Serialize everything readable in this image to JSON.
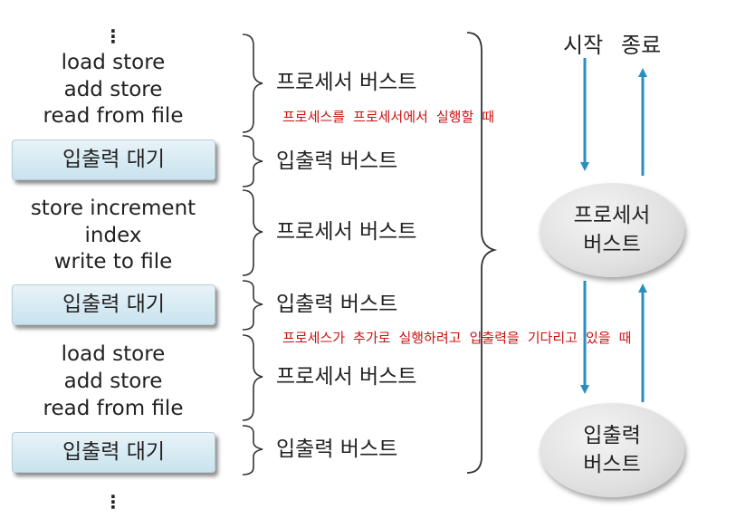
{
  "left_column": {
    "dots_top": "⋮",
    "block1": [
      "load store",
      "add store",
      "read from file"
    ],
    "wait_label": "입출력 대기",
    "block2": [
      "store increment",
      "index",
      "write to file"
    ],
    "block3": [
      "load store",
      "add store",
      "read from file"
    ],
    "dots_bottom": "⋮"
  },
  "bracket_labels": {
    "cpu_burst": "프로세서 버스트",
    "io_burst": "입출력 버스트"
  },
  "notes": {
    "note1": "프로세스를 프로세서에서 실행할 때",
    "note2": "프로세스가 추가로 실행하려고 입출력을 기다리고 있을 때"
  },
  "state_diagram": {
    "start": "시작",
    "end": "종료",
    "cpu_node": [
      "프로세서",
      "버스트"
    ],
    "io_node": [
      "입출력",
      "버스트"
    ],
    "arrow_color": "#2a8fbf"
  }
}
